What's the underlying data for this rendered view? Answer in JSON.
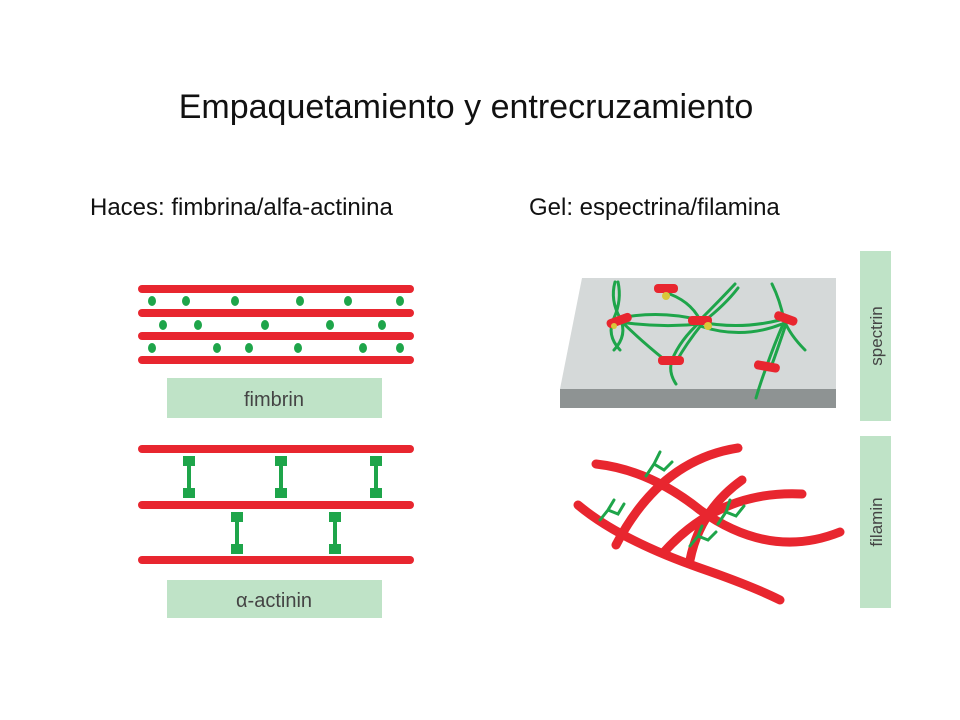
{
  "slide": {
    "title": "Empaquetamiento y entrecruzamiento",
    "left_heading": "Haces: fimbrina/alfa-actinina",
    "right_heading": "Gel: espectrina/filamina"
  },
  "panels": {
    "fimbrin_label": "fimbrin",
    "actinin_label": "α-actinin",
    "spectrin_label": "spectrin",
    "filamin_label": "filamin"
  },
  "colors": {
    "actin": "#e8262f",
    "crosslinker": "#1ea54a",
    "label_box": "#bfe3c7",
    "membrane_top": "#d5d9d9",
    "membrane_side": "#8e9393"
  }
}
